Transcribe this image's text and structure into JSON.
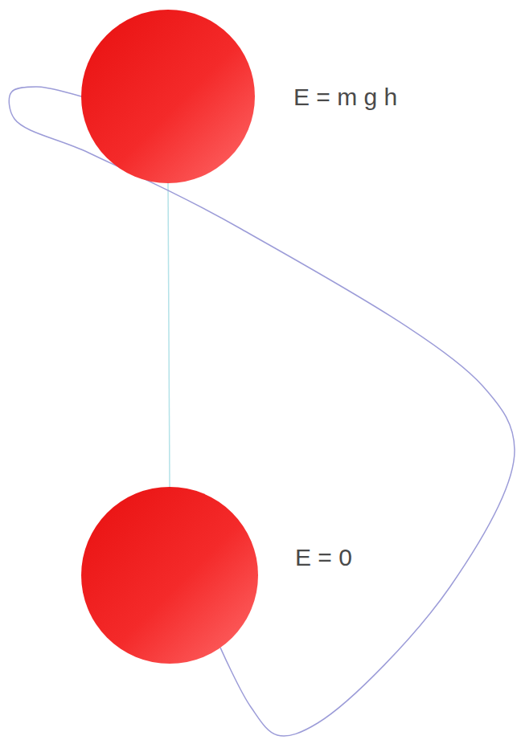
{
  "diagram": {
    "nodes": [
      {
        "text": [
          "E = m g h"
        ]
      },
      {
        "text": [
          "E = 0"
        ]
      }
    ],
    "edges": [
      {
        "from": 0,
        "to": 1,
        "arrow": "none"
      },
      {
        "from": 1,
        "to": 0,
        "arrow": "none"
      }
    ]
  }
}
